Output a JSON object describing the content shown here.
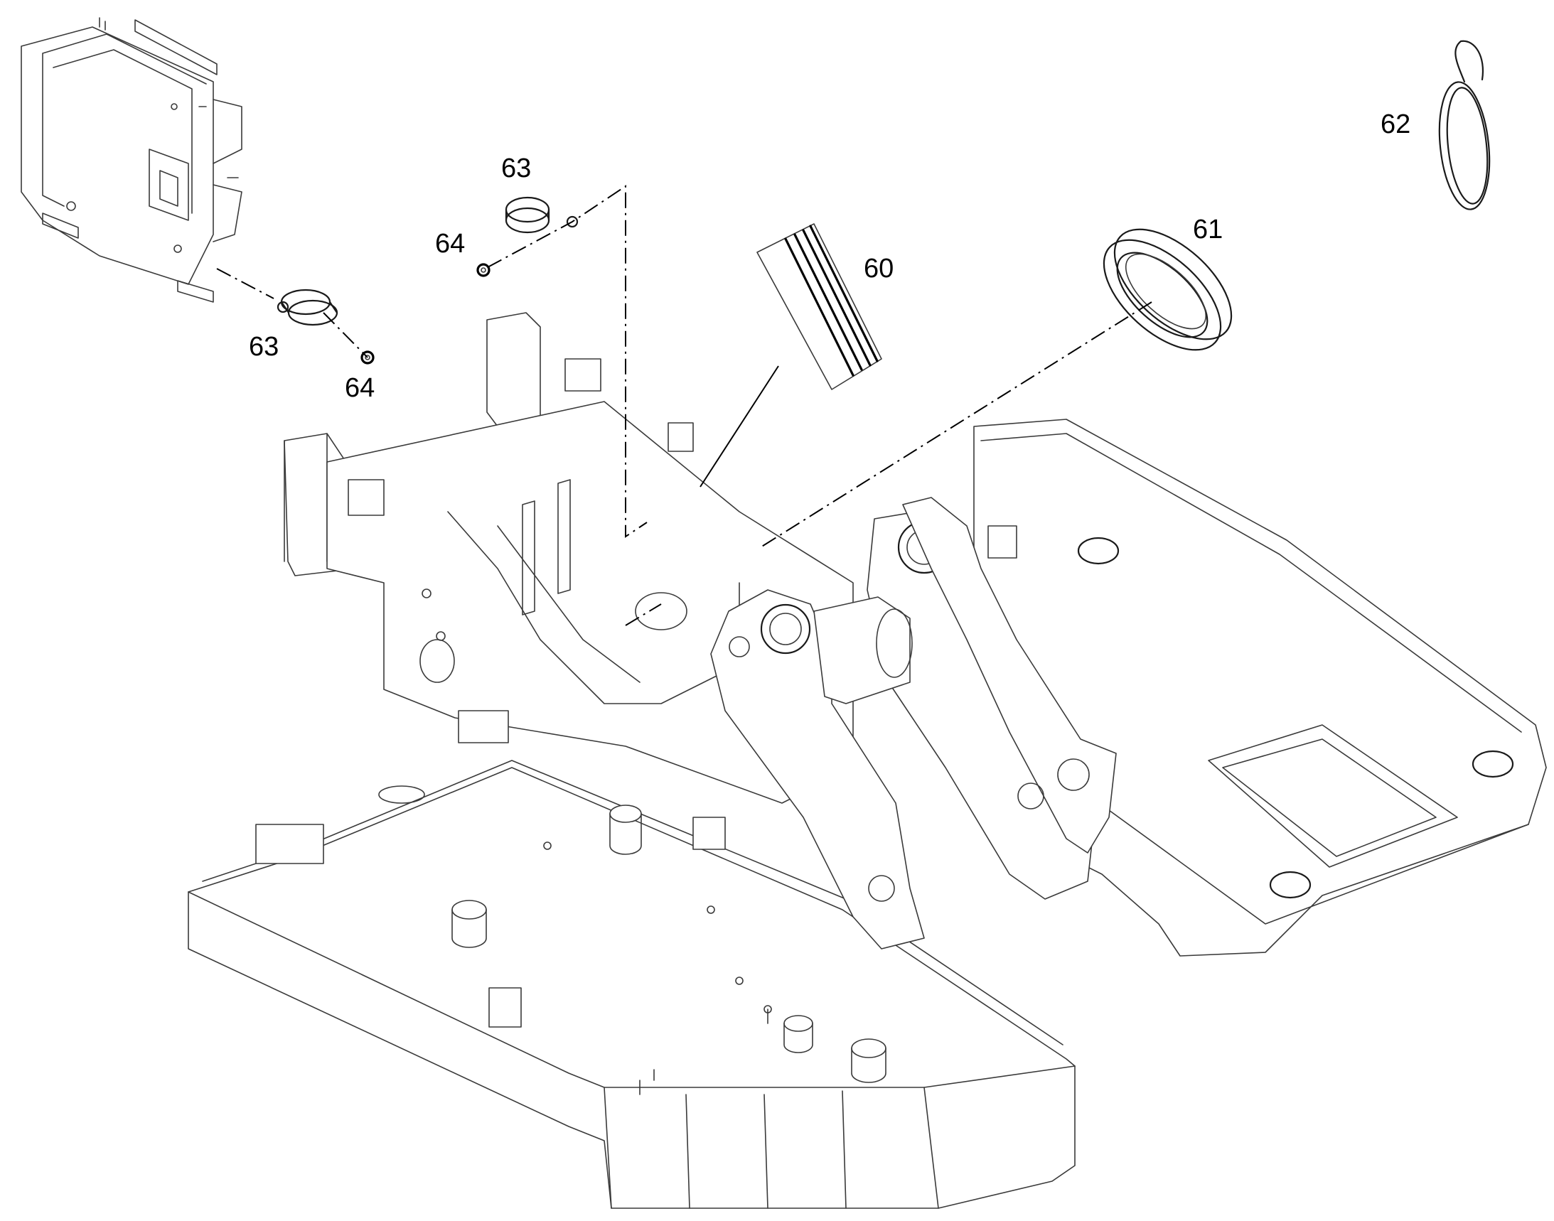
{
  "callouts": {
    "c60": "60",
    "c61": "61",
    "c62": "62",
    "c63_top": "63",
    "c63_left": "63",
    "c64_top": "64",
    "c64_left": "64"
  },
  "parts": [
    {
      "number": "60",
      "name": "tape-strip"
    },
    {
      "number": "61",
      "name": "oval-grommet"
    },
    {
      "number": "62",
      "name": "cable-tie-band"
    },
    {
      "number": "63",
      "name": "hose-clamp"
    },
    {
      "number": "64",
      "name": "nut"
    }
  ],
  "colors": {
    "line": "#1a1a1a",
    "background": "#ffffff"
  }
}
